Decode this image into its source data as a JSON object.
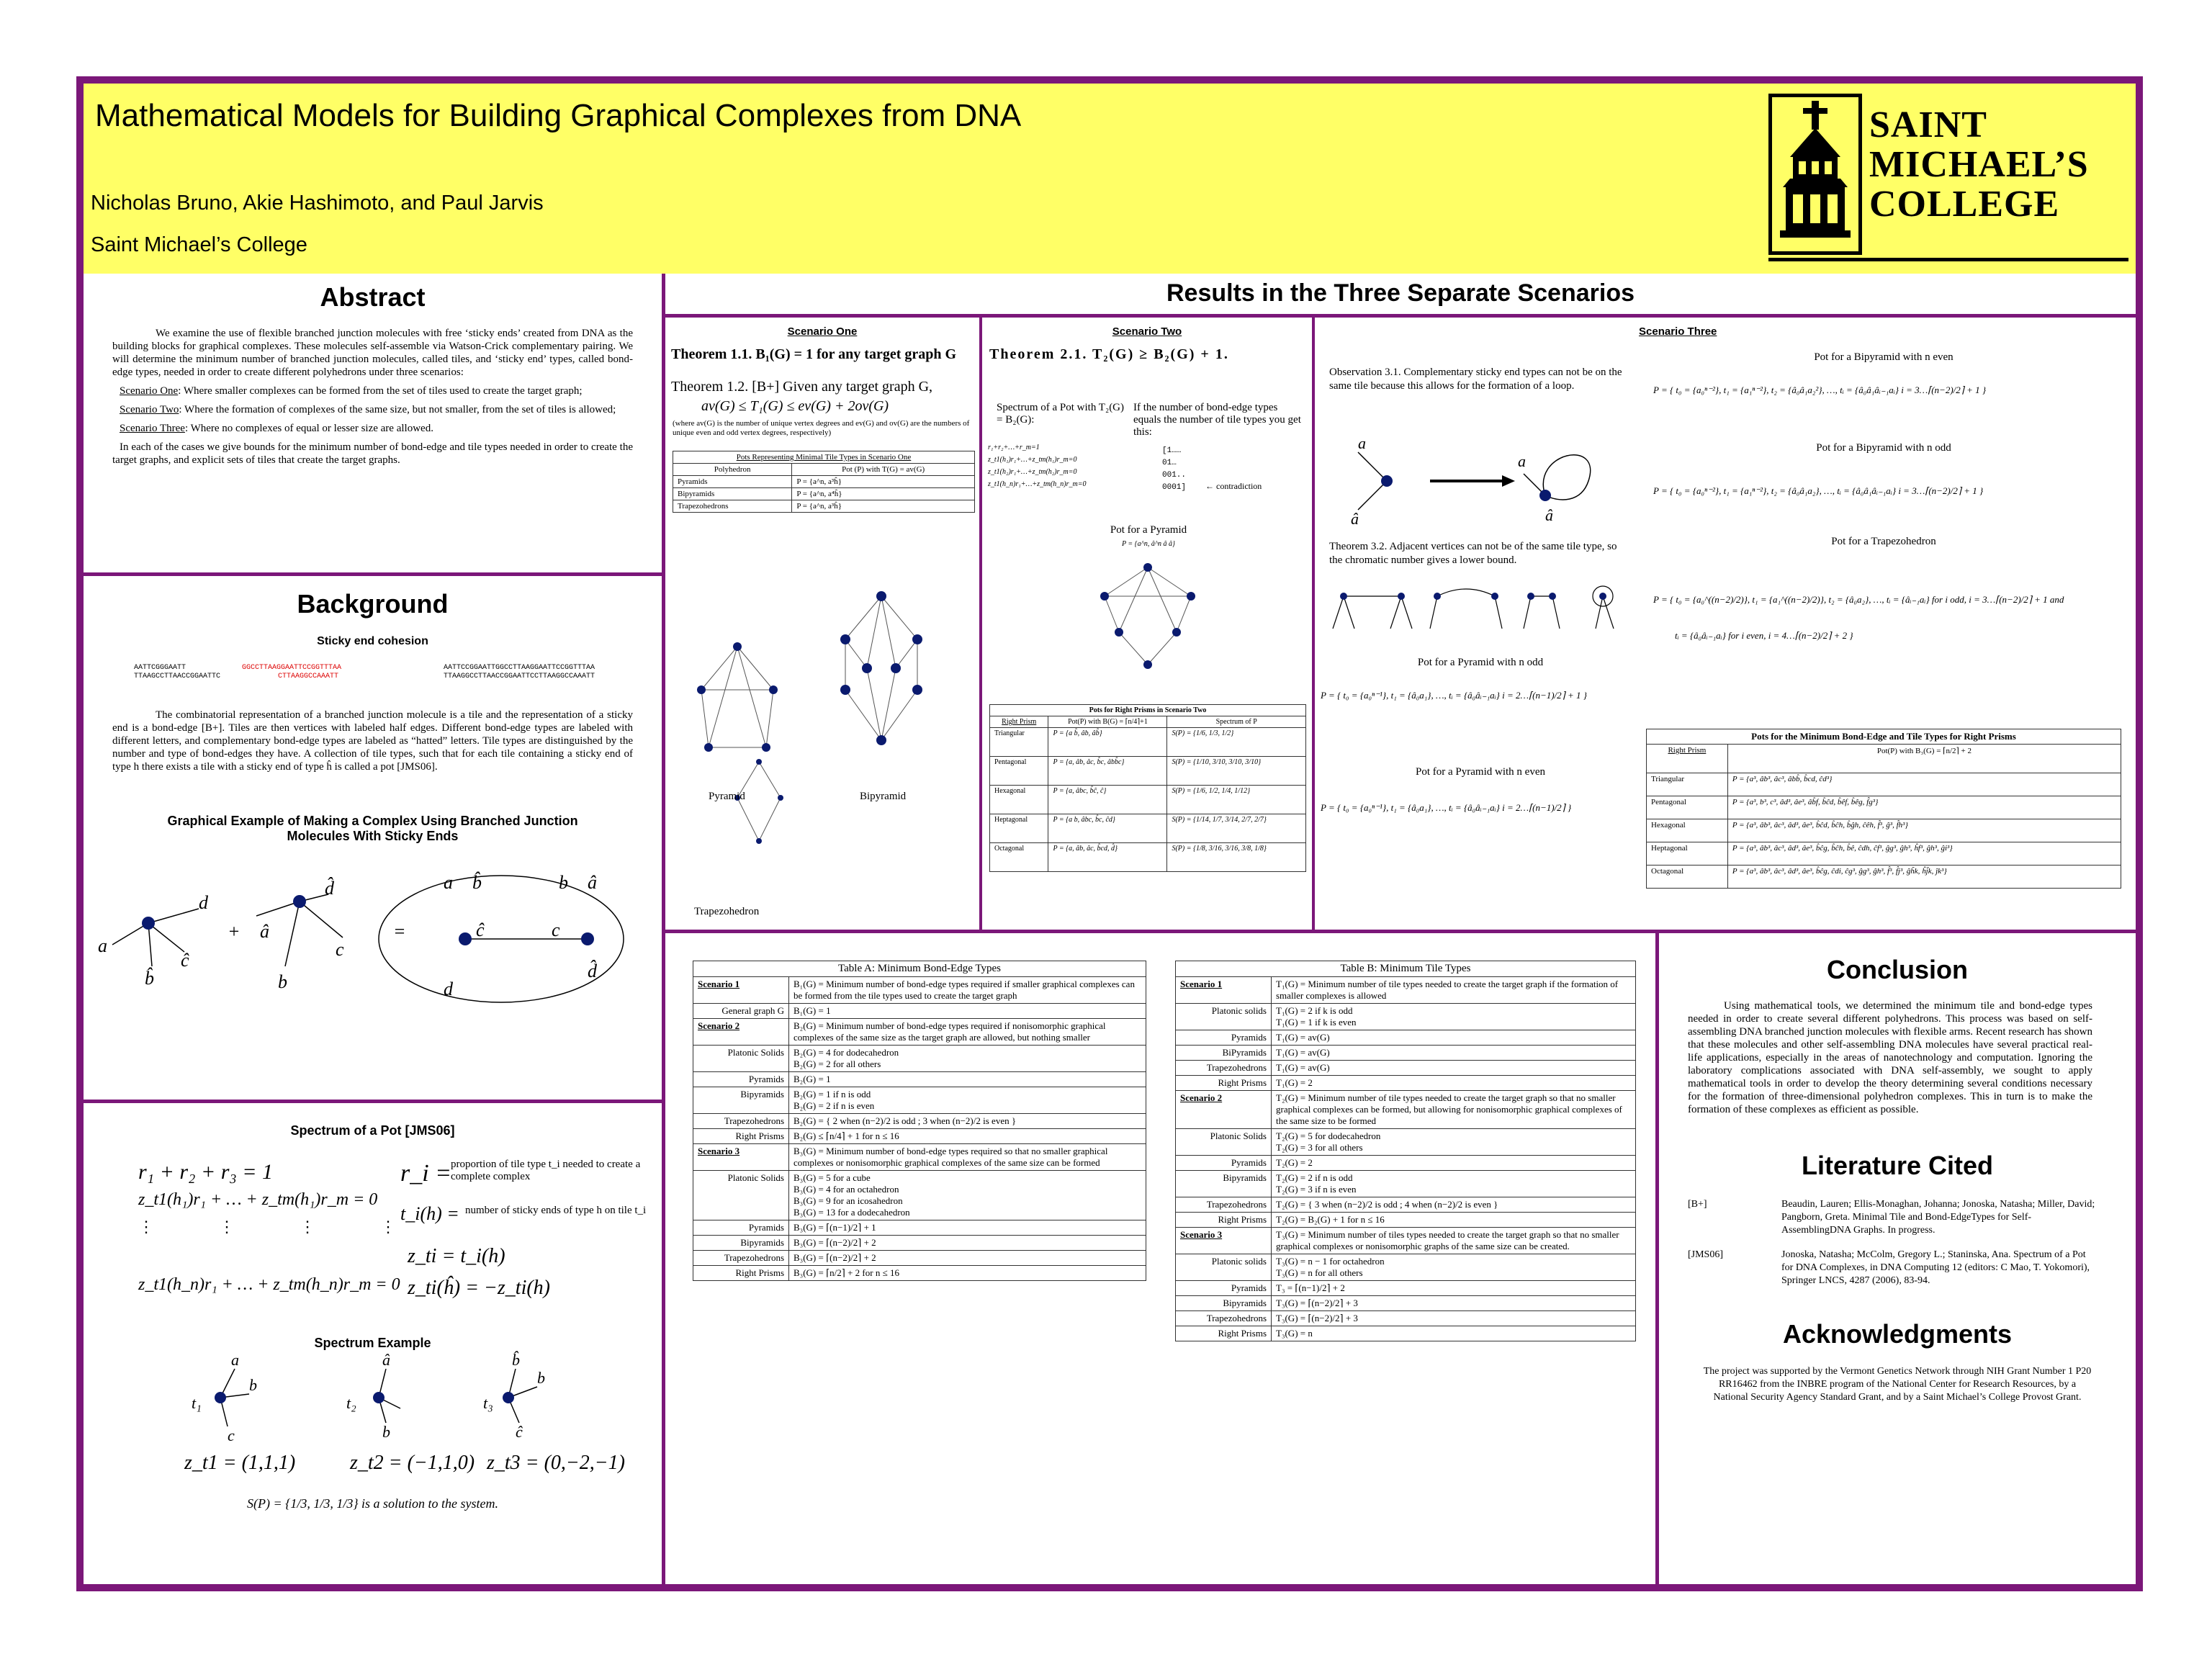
{
  "header": {
    "title": "Mathematical Models for Building Graphical Complexes from DNA",
    "authors": "Nicholas Bruno, Akie Hashimoto, and Paul Jarvis",
    "college": "Saint Michael’s College",
    "logo_line1": "SAINT",
    "logo_line2": "MICHAEL’S",
    "logo_line3": "COLLEGE"
  },
  "abstract": {
    "heading": "Abstract",
    "p1": "We examine the use of flexible branched junction molecules with free ‘sticky ends’ created from DNA as the building blocks for graphical complexes. These molecules self-assemble via Watson-Crick complementary pairing. We will determine the minimum number of branched junction molecules, called tiles, and ‘sticky end’ types, called bond-edge types, needed in order to create different polyhedrons under three scenarios:",
    "s1_label": "Scenario One",
    "s1_text": ": Where smaller complexes can be formed from the set of tiles used to create the target graph;",
    "s2_label": "Scenario Two",
    "s2_text": ": Where the formation of complexes of the same size, but not smaller, from the set of tiles is allowed;",
    "s3_label": "Scenario Three",
    "s3_text": ": Where no complexes of equal or lesser size are allowed.",
    "p2": "In each of the cases we give bounds for the minimum number of bond-edge and tile types needed in order to create the target graphs, and explicit sets of tiles that create the target graphs."
  },
  "background": {
    "heading": "Background",
    "sticky_title": "Sticky end cohesion",
    "seq_left_top": "AATTCGGGAATT",
    "seq_left_bottom": "TTAAGCCTTAACCGGAATTC",
    "seq_mid_top": "GGCCTTAAGGAATTCCGGTTTAA",
    "seq_mid_bottom": "CTTAAGGCCAAATT",
    "seq_right_top": "AATTCCGGAATTGGCCTTAAGGAATTCCGGTTTAA",
    "seq_right_bottom": "TTAAGGCCTTAACCGGAATTCCTTAAGGCCAAATT",
    "p1": "The combinatorial representation of a branched junction molecule is a tile and the representation of a sticky end is a bond-edge [B+]. Tiles are then vertices with labeled half edges. Different bond-edge types are labeled with different letters, and complementary bond-edge types are labeled as “hatted” letters. Tile types are distinguished by the number and type of bond-edges they have. A collection of tile types, such that for each tile containing a sticky end of type h there exists a tile with a sticky end of type ĥ is called a pot [JMS06].",
    "graphical_title": "Graphical Example of Making a Complex Using Branched Junction Molecules With Sticky Ends"
  },
  "spectrum": {
    "heading": "Spectrum of a Pot [JMS06]",
    "eq1": "r₁ + r₂ + r₃ = 1",
    "eq2": "z_t1(h₁)r₁ + … + z_tm(h₁)r_m = 0",
    "eq3": "z_t1(h_n)r₁ + … + z_tm(h_n)r_m = 0",
    "def_r": "r_i =",
    "def_r_text": "proportion of tile type t_i needed to create a complete complex",
    "def_t": "t_i(h) =",
    "def_t_text": "number of sticky ends of type h on tile t_i",
    "def_z1": "z_ti = t_i(h)",
    "def_z2": "z_ti(ĥ) = −z_ti(h)",
    "example_title": "Spectrum Example",
    "z1": "z_t1 = (1,1,1)",
    "z2": "z_t2 = (−1,1,0)",
    "z3": "z_t3 = (0,−2,−1)",
    "solution": "S(P) = {1/3, 1/3, 1/3} is a solution to the system."
  },
  "results": {
    "heading": "Results in the Three Separate Scenarios",
    "scenario1": {
      "label": "Scenario One",
      "thm1": "Theorem 1.1.  B₁(G) = 1 for any target graph G",
      "thm2": "Theorem 1.2.  [B+] Given any target graph G,",
      "thm2b": "av(G) ≤ T₁(G) ≤ ev(G) + 2ov(G)",
      "note": "(where av(G) is the number of unique vertex degrees and ev(G) and ov(G) are the numbers of unique even and odd vertex degrees, respectively)",
      "table_title": "Pots Representing Minimal Tile Types in Scenario One",
      "table_head": [
        "Polyhedron",
        "Pot (P) with T(G) = av(G)"
      ],
      "table_rows": [
        [
          "Pyramids",
          "P = {a^n, a³ĥ}"
        ],
        [
          "Bipyramids",
          "P = {a^n, a⁴ĥ}"
        ],
        [
          "Trapezohedrons",
          "P = {a^n, a³ĥ}"
        ]
      ],
      "pyramid": "Pyramid",
      "bipyramid": "Bipyramid",
      "trapezohedron": "Trapezohedron"
    },
    "scenario2": {
      "label": "Scenario Two",
      "thm": "Theorem 2.1.  T₂(G) ≥ B₂(G) + 1.",
      "spec_text": "Spectrum of a Pot with T₂(G) = B₂(G):",
      "spec_lines": [
        "r₁+r₂+…+r_m=1",
        "z_t1(h₁)r₁+…+z_tm(h₁)r_m=0",
        "z_t1(h₂)r₁+…+z_tm(h₂)r_m=0",
        "z_t1(h_n)r₁+…+z_tm(h_n)r_m=0"
      ],
      "if_text": "If the number of bond-edge types equals the number of tile types you get this:",
      "matrix": [
        "[1……",
        " 01…",
        " 001..",
        " 0001]"
      ],
      "contradiction": "contradiction",
      "pyramid_pot": "Pot for a Pyramid",
      "pyramid_formula": "P = {a^n, â^n â â}",
      "table_title": "Pots for Right Prisms in Scenario Two",
      "table_head": [
        "Right Prism",
        "Pot(P) with B(G) = ⌈n/4⌉+1",
        "Spectrum of P"
      ],
      "table_rows": [
        [
          "Triangular",
          "P = {a b̂, âb, âb̂}",
          "S(P) = {1/6, 1/3, 1/2}"
        ],
        [
          "Pentagonal",
          "P = {a, âb, âc, b̂c, âbb̂c}",
          "S(P) = {1/10, 3/10, 3/10, 3/10}"
        ],
        [
          "Hexagonal",
          "P = {a, âbc, b̂ĉ, ĉ}",
          "S(P) = {1/6, 1/2, 1/4, 1/12}"
        ],
        [
          "Heptagonal",
          "P = {a b, âbc, b̂c, ĉd}",
          "S(P) = {1/14, 1/7, 3/14, 2/7, 2/7}"
        ],
        [
          "Octagonal",
          "P = {a, âb, âc, b̂cd, d̂}",
          "S(P) = {1/8, 3/16, 3/16, 3/8, 1/8}"
        ]
      ]
    },
    "scenario3": {
      "label": "Scenario Three",
      "obs": "Observation 3.1. Complementary sticky end types can not be on the same tile because this allows for the formation of a loop.",
      "thm": "Theorem 3.2. Adjacent vertices can not be of the same tile type, so the chromatic number gives a lower bound.",
      "pot_bip_even": "Pot for a Bipyramid with n even",
      "pot_bip_odd": "Pot for a Bipyramid with n odd",
      "pot_trap": "Pot for a Trapezohedron",
      "pot_pyr_odd": "Pot for a Pyramid with n odd",
      "pot_pyr_even": "Pot for a Pyramid with n even",
      "table_title": "Pots for the Minimum Bond-Edge and Tile Types for Right Prisms",
      "table_head": [
        "Right Prism",
        "Pot(P) with B₃(G) = ⌈n/2⌉ + 2"
      ],
      "table_rows": [
        [
          "Triangular",
          "P = {a³, âb³, âc³, âbb̂, b̂cd, ĉd³}"
        ],
        [
          "Pentagonal",
          "P = {a³, b³, c³, âd³, âe³, âb̂f, b̂ĉd, b̂êf, b̂êg, f̂g³}"
        ],
        [
          "Hexagonal",
          "P = {a³, âb³, âc³, âd³, âe³, b̂ĉd, b̂ĉh, b̂ĝh, ĉêh, f̂³, ĝ³, f̂h³}"
        ],
        [
          "Heptagonal",
          "P = {a³, âb³, âc³, âd³, âe³, b̂ĉg, b̂ĉh, b̂ê, ĉdh, ĉf³, ĝg³, ĝh³, ĥf³, ĝh³, ĝi³}"
        ],
        [
          "Octagonal",
          "P = {a³, âb³, âc³, âd³, âe³, b̂ĉg, ĉdi, ĉg³, ĝg³, ĝh³, f̂³, f̂j³, ĝh̃k, ĥj̃k, ĵk³}"
        ]
      ]
    }
  },
  "tableA": {
    "title": "Table A:  Minimum Bond-Edge Types",
    "rows": [
      [
        "Scenario 1",
        "B₁(G) = Minimum number of bond-edge types required if smaller graphical complexes can be formed from the tile types used to create the target graph"
      ],
      [
        "General graph G",
        "B₁(G) = 1"
      ],
      [
        "Scenario 2",
        "B₂(G) = Minimum number of bond-edge types required if nonisomorphic graphical complexes of the same size as the target graph are allowed, but nothing smaller"
      ],
      [
        "Platonic Solids",
        "B₂(G) = 4  for dodecahedron\nB₂(G) = 2  for all others"
      ],
      [
        "Pyramids",
        "B₂(G) = 1"
      ],
      [
        "Bipyramids",
        "B₂(G) = 1  if n is odd\nB₂(G) = 2  if n is even"
      ],
      [
        "Trapezohedrons",
        "B₂(G) = { 2 when (n−2)/2 is odd ; 3 when (n−2)/2 is even }"
      ],
      [
        "Right Prisms",
        "B₂(G) ≤ ⌈n/4⌉ + 1  for n ≤ 16"
      ],
      [
        "Scenario 3",
        "B₃(G) = Minimum number of bond-edge types required so that no smaller graphical complexes or nonisomorphic graphical complexes of the same size can be formed"
      ],
      [
        "Platonic Solids",
        "B₃(G) = 5 for a cube\nB₃(G) = 4 for an octahedron\nB₃(G) = 9 for an icosahedron\nB₃(G) = 13 for a dodecahedron"
      ],
      [
        "Pyramids",
        "B₃(G) = ⌈(n−1)/2⌉ + 1"
      ],
      [
        "Bipyramids",
        "B₃(G) = ⌈(n−2)/2⌉ + 2"
      ],
      [
        "Trapezohedrons",
        "B₃(G) = ⌈(n−2)/2⌉ + 2"
      ],
      [
        "Right Prisms",
        "B₃(G) = ⌈n/2⌉ + 2  for n ≤ 16"
      ]
    ]
  },
  "tableB": {
    "title": "Table B:  Minimum Tile Types",
    "rows": [
      [
        "Scenario 1",
        "T₁(G) = Minimum number of tile types needed to create the target graph if the formation of smaller complexes is allowed"
      ],
      [
        "Platonic solids",
        "T₁(G) = 2 if k is odd\nT₁(G) = 1 if k is even"
      ],
      [
        "Pyramids",
        "T₁(G) = av(G)"
      ],
      [
        "BiPyramids",
        "T₁(G) = av(G)"
      ],
      [
        "Trapezohedrons",
        "T₁(G) = av(G)"
      ],
      [
        "Right Prisms",
        "T₁(G) = 2"
      ],
      [
        "Scenario 2",
        "T₂(G) = Minimum number of tile types needed to create the target graph so that no smaller graphical complexes can be formed, but allowing for nonisomorphic graphical complexes of the same size to be formed"
      ],
      [
        "Platonic Solids",
        "T₂(G) = 5 for dodecahedron\nT₂(G) = 3 for all others"
      ],
      [
        "Pyramids",
        "T₂(G) = 2"
      ],
      [
        "Bipyramids",
        "T₂(G) = 2  if n is odd\nT₂(G) = 3  if n is even"
      ],
      [
        "Trapezohedrons",
        "T₂(G) = { 3 when (n−2)/2 is odd ; 4 when (n−2)/2 is even }"
      ],
      [
        "Right Prisms",
        "T₂(G) = B₂(G) + 1  for n ≤ 16"
      ],
      [
        "Scenario 3",
        "T₃(G) = Minimum number of tiles types needed to create the target graph so that no smaller graphical complexes or nonisomorphic graphs of the same size can be created."
      ],
      [
        "Platonic solids",
        "T₃(G) = n − 1 for octahedron\nT₃(G) = n  for all others"
      ],
      [
        "Pyramids",
        "T₃ = ⌈(n−1)/2⌉ + 2"
      ],
      [
        "Bipyramids",
        "T₃(G) = ⌈(n−2)/2⌉ + 3"
      ],
      [
        "Trapezohedrons",
        "T₃(G) = ⌈(n−2)/2⌉ + 3"
      ],
      [
        "Right Prisms",
        "T₃(G) = n"
      ]
    ]
  },
  "conclusion": {
    "heading": "Conclusion",
    "text": "Using mathematical tools, we determined the minimum tile and bond-edge types needed in order to create several different polyhedrons. This process was based on self-assembling DNA branched junction molecules with flexible arms. Recent research has shown that these molecules and other self-assembling DNA molecules have several practical real-life applications, especially in the areas of nanotechnology and computation. Ignoring the laboratory complications associated with DNA self-assembly, we sought to apply mathematical tools in order to develop the theory determining several conditions necessary for the formation of three-dimensional polyhedron complexes. This in turn is to make the formation of these complexes as efficient as possible."
  },
  "literature": {
    "heading": "Literature Cited",
    "refs": [
      {
        "key": "[B+]",
        "text": "Beaudin, Lauren; Ellis-Monaghan, Johanna; Jonoska, Natasha; Miller, David; Pangborn, Greta. Minimal Tile and Bond-EdgeTypes for Self-AssemblingDNA Graphs. In progress."
      },
      {
        "key": "[JMS06]",
        "text": "Jonoska, Natasha; McColm, Gregory L.; Staninska, Ana. Spectrum of a Pot for DNA Complexes, in DNA Computing 12 (editors: C Mao, T. Yokomori), Springer LNCS, 4287 (2006), 83-94."
      }
    ]
  },
  "acknowledgments": {
    "heading": "Acknowledgments",
    "text": "The project was supported by the Vermont Genetics Network through NIH Grant Number 1 P20 RR16462 from the INBRE program of the National Center for Research Resources, by a National Security Agency Standard Grant, and by a Saint Michael’s College Provost Grant."
  }
}
